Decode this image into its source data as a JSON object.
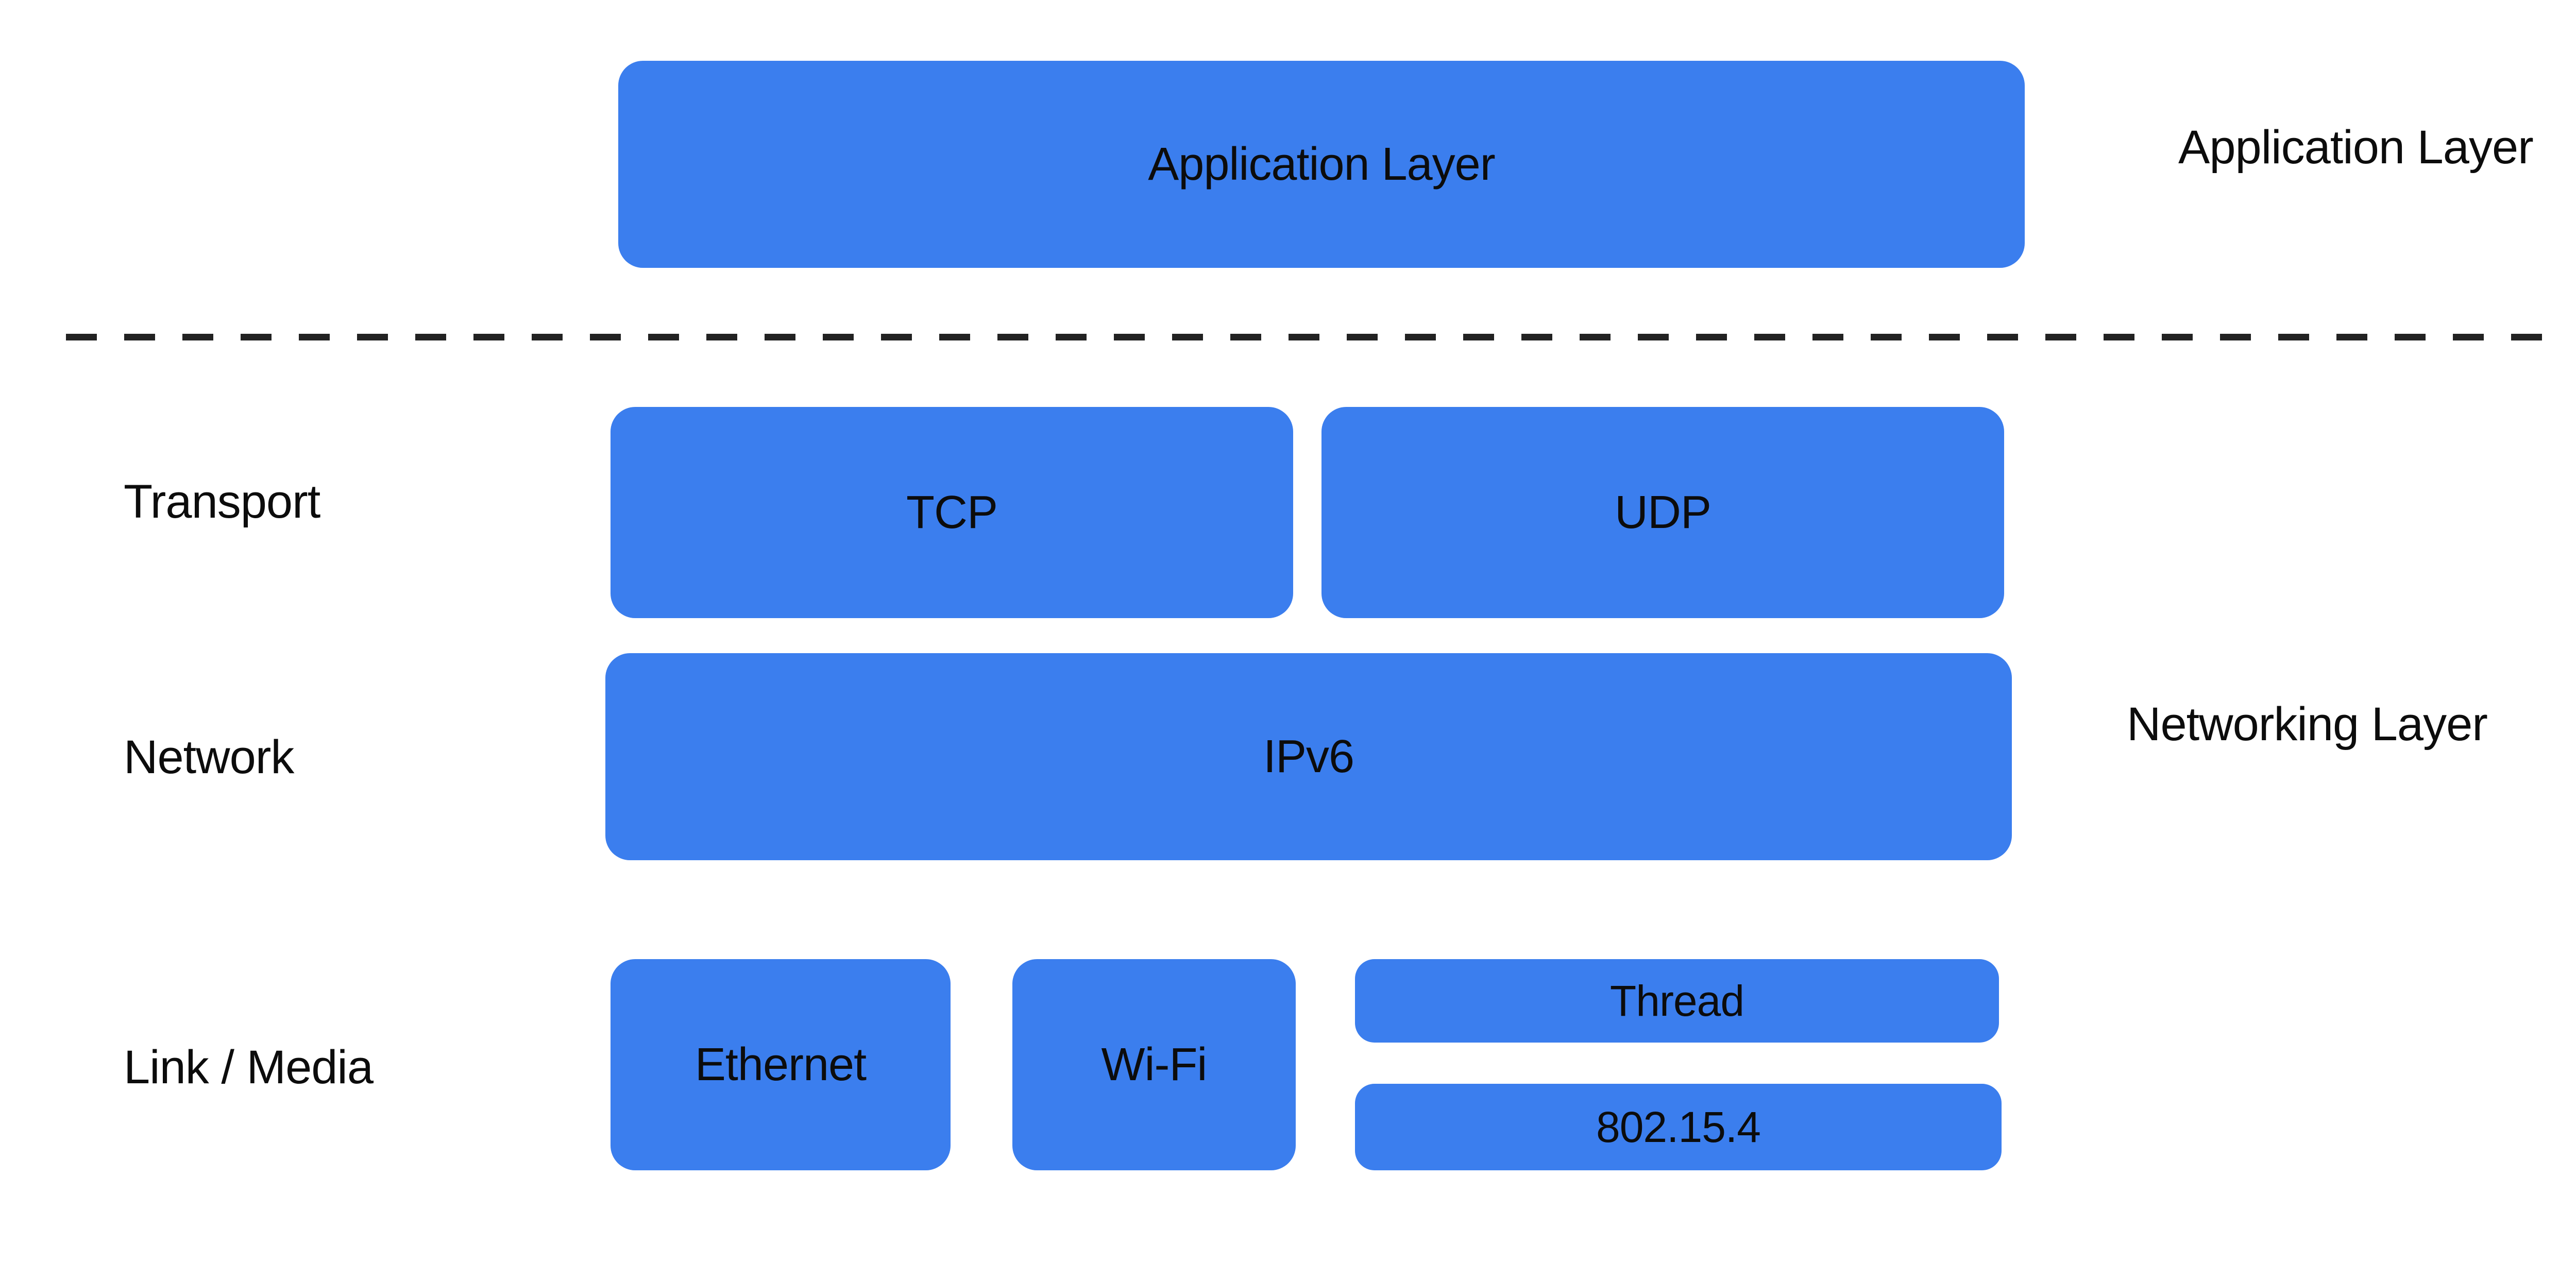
{
  "diagram": {
    "title": "Network protocol stack diagram",
    "colors": {
      "box_fill": "#3b7eee",
      "text": "#0c0c0c",
      "divider": "#222222",
      "background": "#ffffff"
    },
    "boxes": [
      {
        "id": "application",
        "label": "Application Layer"
      },
      {
        "id": "tcp",
        "label": "TCP"
      },
      {
        "id": "udp",
        "label": "UDP"
      },
      {
        "id": "ipv6",
        "label": "IPv6"
      },
      {
        "id": "ethernet",
        "label": "Ethernet"
      },
      {
        "id": "wifi",
        "label": "Wi-Fi"
      },
      {
        "id": "thread",
        "label": "Thread"
      },
      {
        "id": "ieee802154",
        "label": "802.15.4"
      }
    ],
    "row_labels": [
      {
        "id": "transport",
        "label": "Transport"
      },
      {
        "id": "network",
        "label": "Network"
      },
      {
        "id": "link_media",
        "label": "Link / Media"
      }
    ],
    "side_labels": [
      {
        "id": "application_layer",
        "label": "Application Layer"
      },
      {
        "id": "networking_layer",
        "label": "Networking Layer"
      }
    ]
  }
}
